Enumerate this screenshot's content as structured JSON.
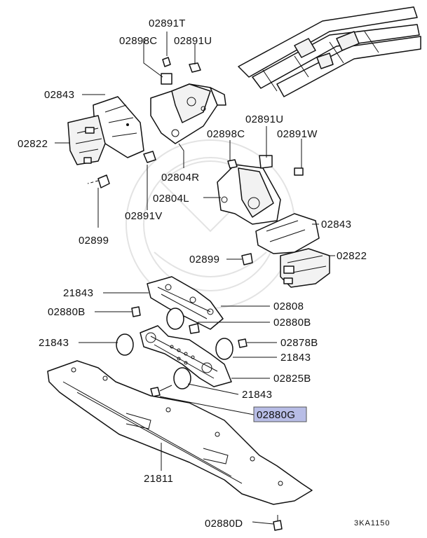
{
  "diagram": {
    "drawing_code": "3KA1150",
    "highlight_color": "#b8bde6",
    "labels": {
      "l_02891T": "02891T",
      "l_02898C_top": "02898C",
      "l_02891U_top": "02891U",
      "l_02843_top": "02843",
      "l_02822_left": "02822",
      "l_02804R": "02804R",
      "l_02891V": "02891V",
      "l_02899_left": "02899",
      "l_02891U_mid": "02891U",
      "l_02898C_mid": "02898C",
      "l_02891W": "02891W",
      "l_02804L": "02804L",
      "l_02843_right": "02843",
      "l_02899_mid": "02899",
      "l_02822_right": "02822",
      "l_21843_a": "21843",
      "l_02808": "02808",
      "l_02880B_left": "02880B",
      "l_02880B_right": "02880B",
      "l_21843_b": "21843",
      "l_02878B": "02878B",
      "l_21843_c": "21843",
      "l_02825B": "02825B",
      "l_21843_d": "21843",
      "l_02880G": "02880G",
      "l_21811": "21811",
      "l_02880D": "02880D"
    }
  }
}
